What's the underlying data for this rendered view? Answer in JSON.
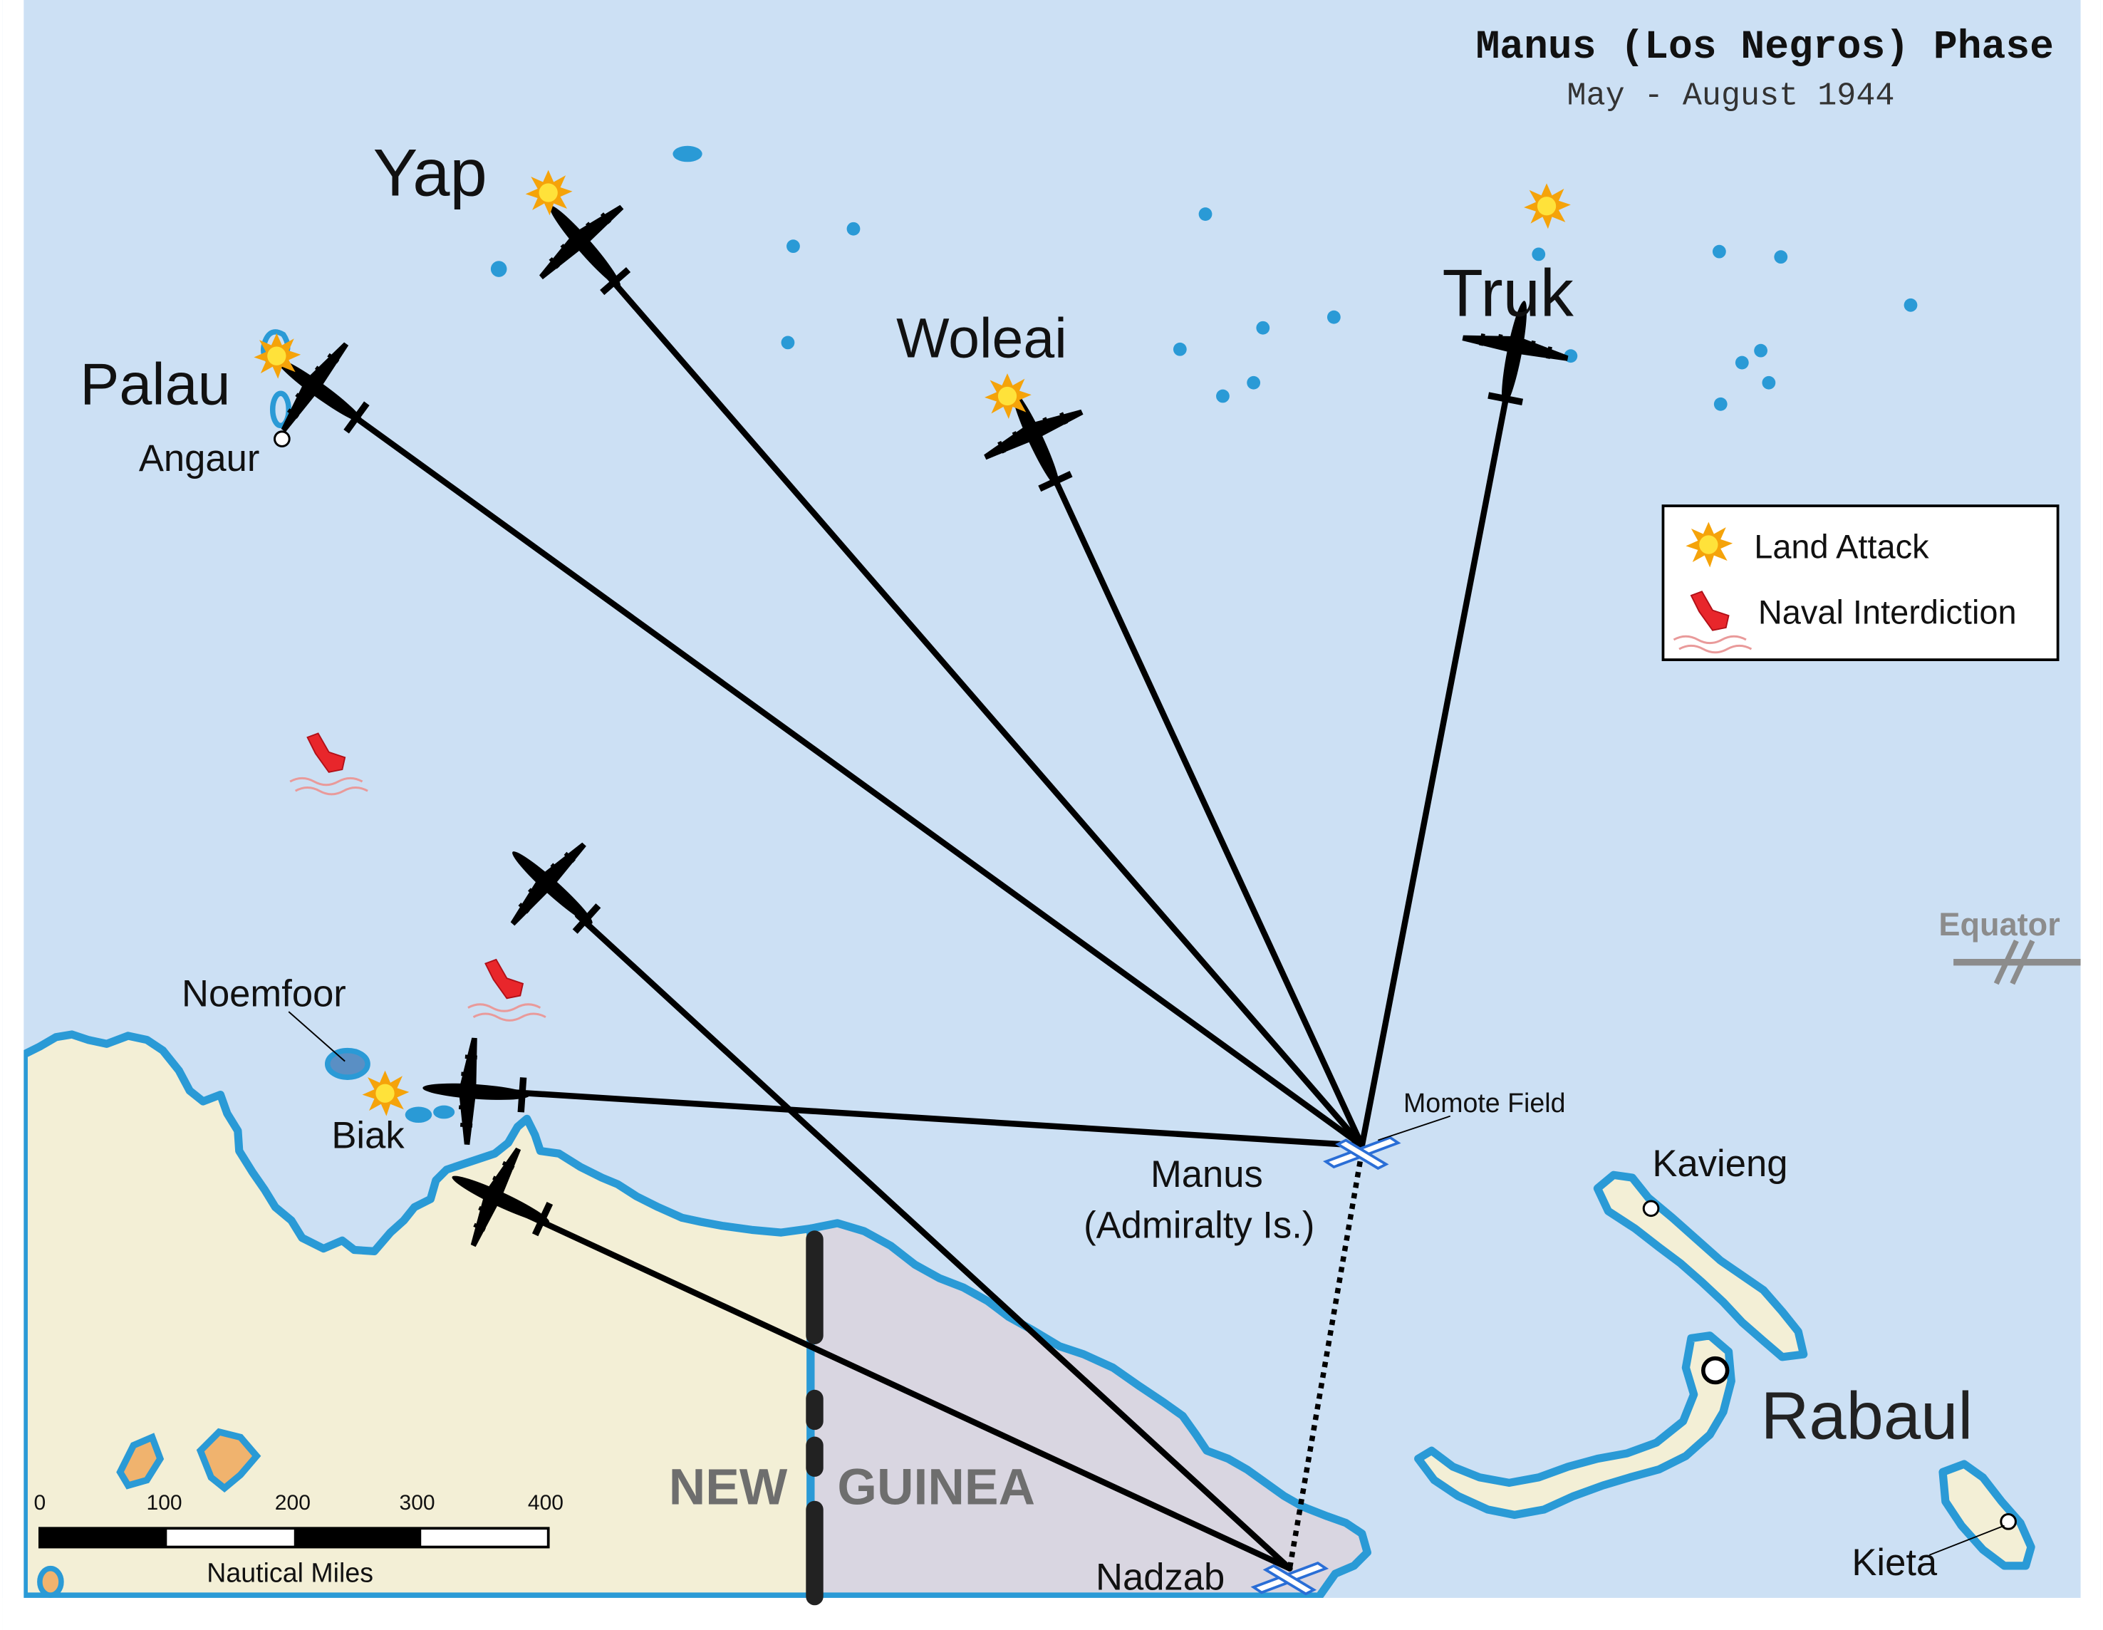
{
  "title": "Manus (Los Negros) Phase",
  "subtitle": "May - August 1944",
  "colors": {
    "ocean": "#cce0f4",
    "coast": "#2a9ad6",
    "land_west": "#f3efd6",
    "land_east": "#d9d6e1",
    "route": "#000000",
    "blast_outer": "#f5a30a",
    "blast_inner": "#ffe23a",
    "ship": "#e8262b",
    "border": "#222222"
  },
  "places": {
    "yap": "Yap",
    "palau": "Palau",
    "angaur": "Angaur",
    "woleai": "Woleai",
    "truk": "Truk",
    "noemfoor": "Noemfoor",
    "biak": "Biak",
    "momote": "Momote Field",
    "manus_line1": "Manus",
    "manus_line2": "(Admiralty Is.)",
    "kavieng": "Kavieng",
    "rabaul": "Rabaul",
    "kieta": "Kieta",
    "nadzab": "Nadzab",
    "new": "NEW",
    "guinea": "GUINEA",
    "equator": "Equator"
  },
  "legend": {
    "items": [
      {
        "label": "Land Attack",
        "icon": "explosion-icon"
      },
      {
        "label": "Naval Interdiction",
        "icon": "sinking-ship-icon"
      }
    ]
  },
  "scale": {
    "ticks": [
      "0",
      "100",
      "200",
      "300",
      "400"
    ],
    "unit": "Nautical Miles"
  }
}
